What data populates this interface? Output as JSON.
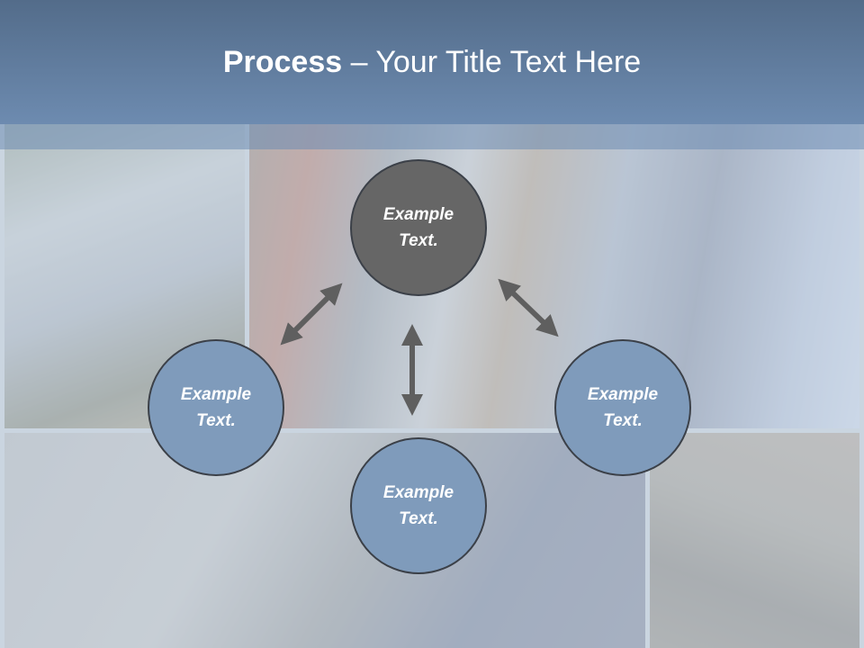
{
  "slide": {
    "title_bold": "Process",
    "title_rest": " – Your Title Text Here"
  },
  "circles": {
    "top": {
      "line1": "Example",
      "line2": "Text."
    },
    "left": {
      "line1": "Example",
      "line2": "Text."
    },
    "right": {
      "line1": "Example",
      "line2": "Text."
    },
    "bottom": {
      "line1": "Example",
      "line2": "Text."
    }
  },
  "colors": {
    "title_band": "#6d8bb0",
    "circle_dark": "#666666",
    "circle_blue": "#7f9bbb",
    "arrow": "#5f5f5f"
  },
  "icons": [
    "double-arrow-icon"
  ]
}
